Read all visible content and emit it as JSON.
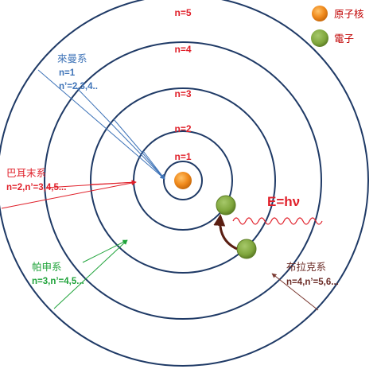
{
  "orbits": {
    "n1": "n=1",
    "n2": "n=2",
    "n3": "n=3",
    "n4": "n=4",
    "n5": "n=5"
  },
  "legend": {
    "nucleus_label": "原子核",
    "electron_label": "電子",
    "nucleus_color": "#f08a1c",
    "electron_color": "#7fa63c"
  },
  "photon": {
    "label": "E=hν"
  },
  "series": {
    "lyman": {
      "name": "來曼系",
      "n": "n=1",
      "n_prime": "n’=2,3,4..",
      "color": "#3f74b8"
    },
    "balmer": {
      "name": "巴耳末系",
      "levels": "n=2,n’=3,4,5...",
      "color": "#e0202a"
    },
    "paschen": {
      "name": "帕申系",
      "levels": "n=3,n’=4,5...",
      "color": "#1fa33a"
    },
    "brackett": {
      "name": "布拉克系",
      "levels": "n=4,n’=5,6...",
      "color": "#7b3a32"
    }
  }
}
